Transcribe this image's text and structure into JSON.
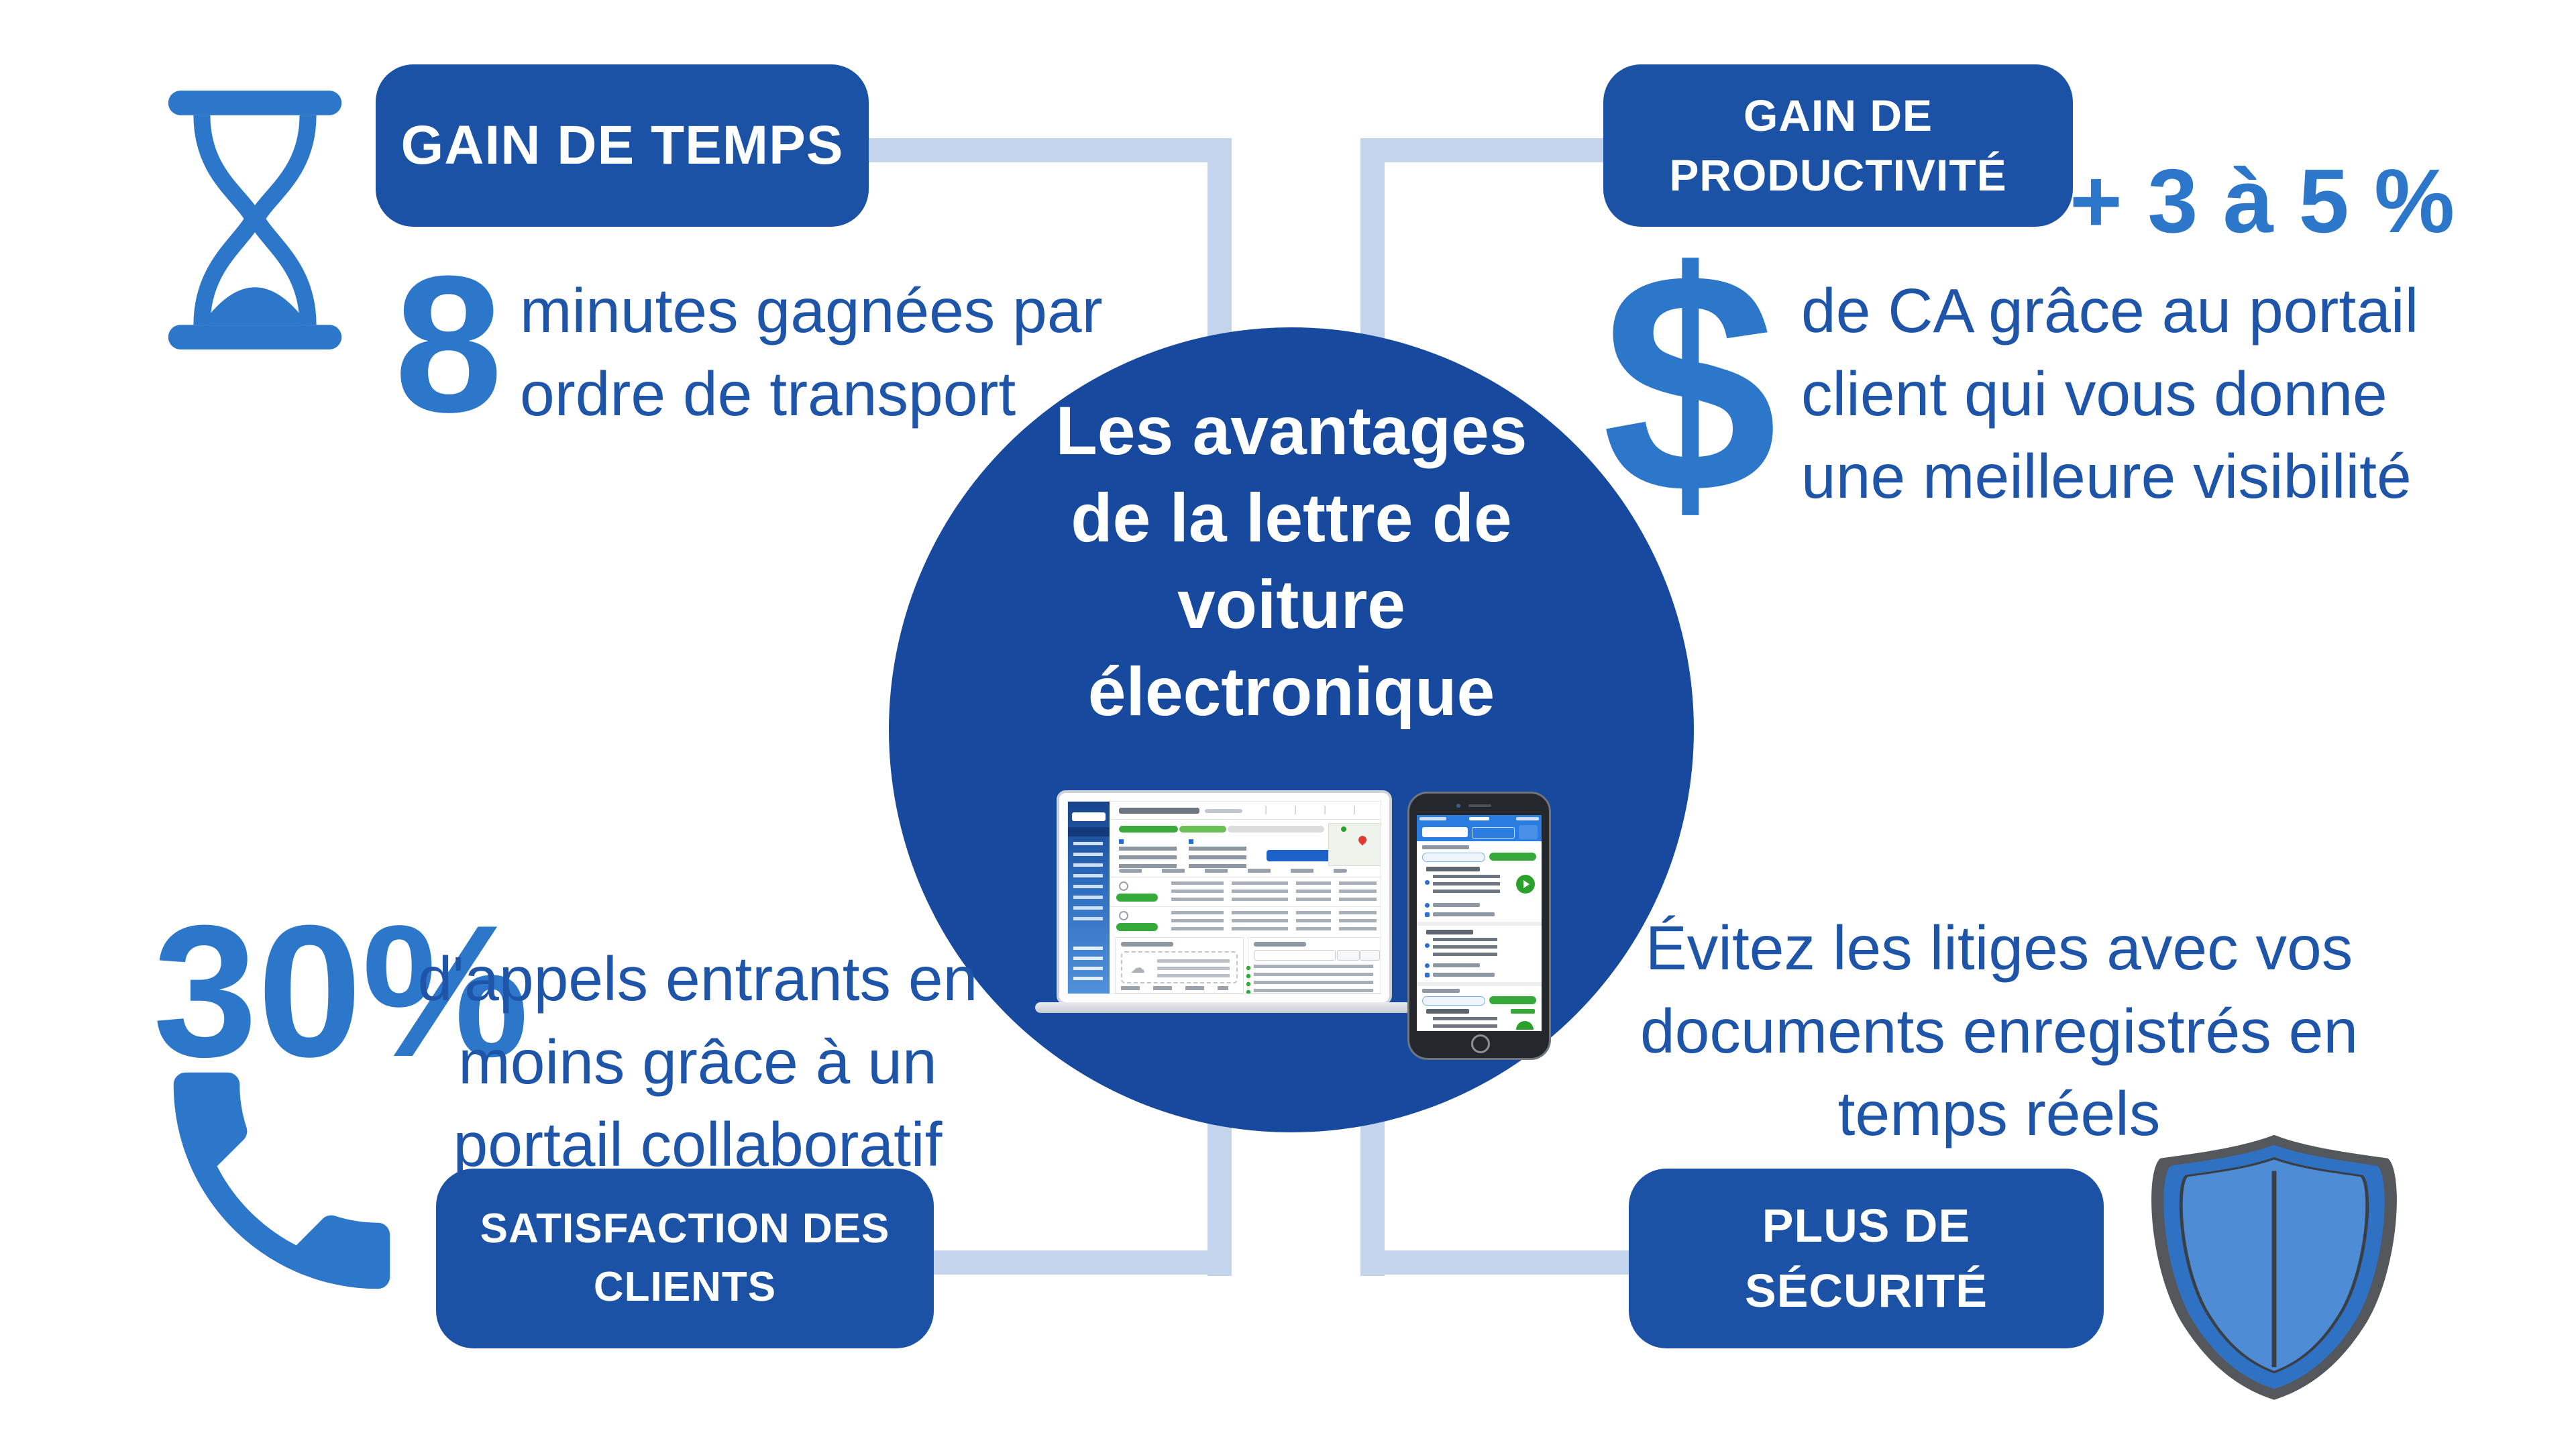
{
  "colors": {
    "navy_box": "#1b52a6",
    "circle_blue": "#17499e",
    "mid_blue": "#2d77cb",
    "text_blue": "#1e55a9",
    "connector_light_blue": "#c3d4ec",
    "green_accent": "#35a93a",
    "white": "#ffffff"
  },
  "center": {
    "title_lines": [
      "Les avantages",
      "de la lettre de",
      "voiture",
      "électronique"
    ],
    "devices": [
      "laptop-mockup",
      "phone-mockup"
    ]
  },
  "quadrants": {
    "top_left": {
      "icon": "hourglass-icon",
      "badge_lines": [
        "GAIN DE TEMPS"
      ],
      "stat": "8",
      "text_lines": [
        "minutes gagnées par",
        "ordre de transport"
      ]
    },
    "top_right": {
      "icon": "dollar-icon",
      "badge_lines": [
        "GAIN DE",
        "PRODUCTIVITÉ"
      ],
      "stat": "+ 3 à 5 %",
      "text_lines": [
        "de CA grâce au portail",
        "client qui vous donne",
        "une meilleure visibilité"
      ]
    },
    "bottom_left": {
      "icon": "phone-icon",
      "badge_lines": [
        "SATISFACTION DES",
        "CLIENTS"
      ],
      "stat": "30%",
      "text_lines": [
        "d'appels entrants en",
        "moins grâce à un",
        "portail collaboratif"
      ]
    },
    "bottom_right": {
      "icon": "shield-icon",
      "badge_lines": [
        "PLUS DE",
        "SÉCURITÉ"
      ],
      "text_lines": [
        "Évitez les litiges avec vos",
        "documents enregistrés en",
        "temps réels"
      ]
    }
  }
}
